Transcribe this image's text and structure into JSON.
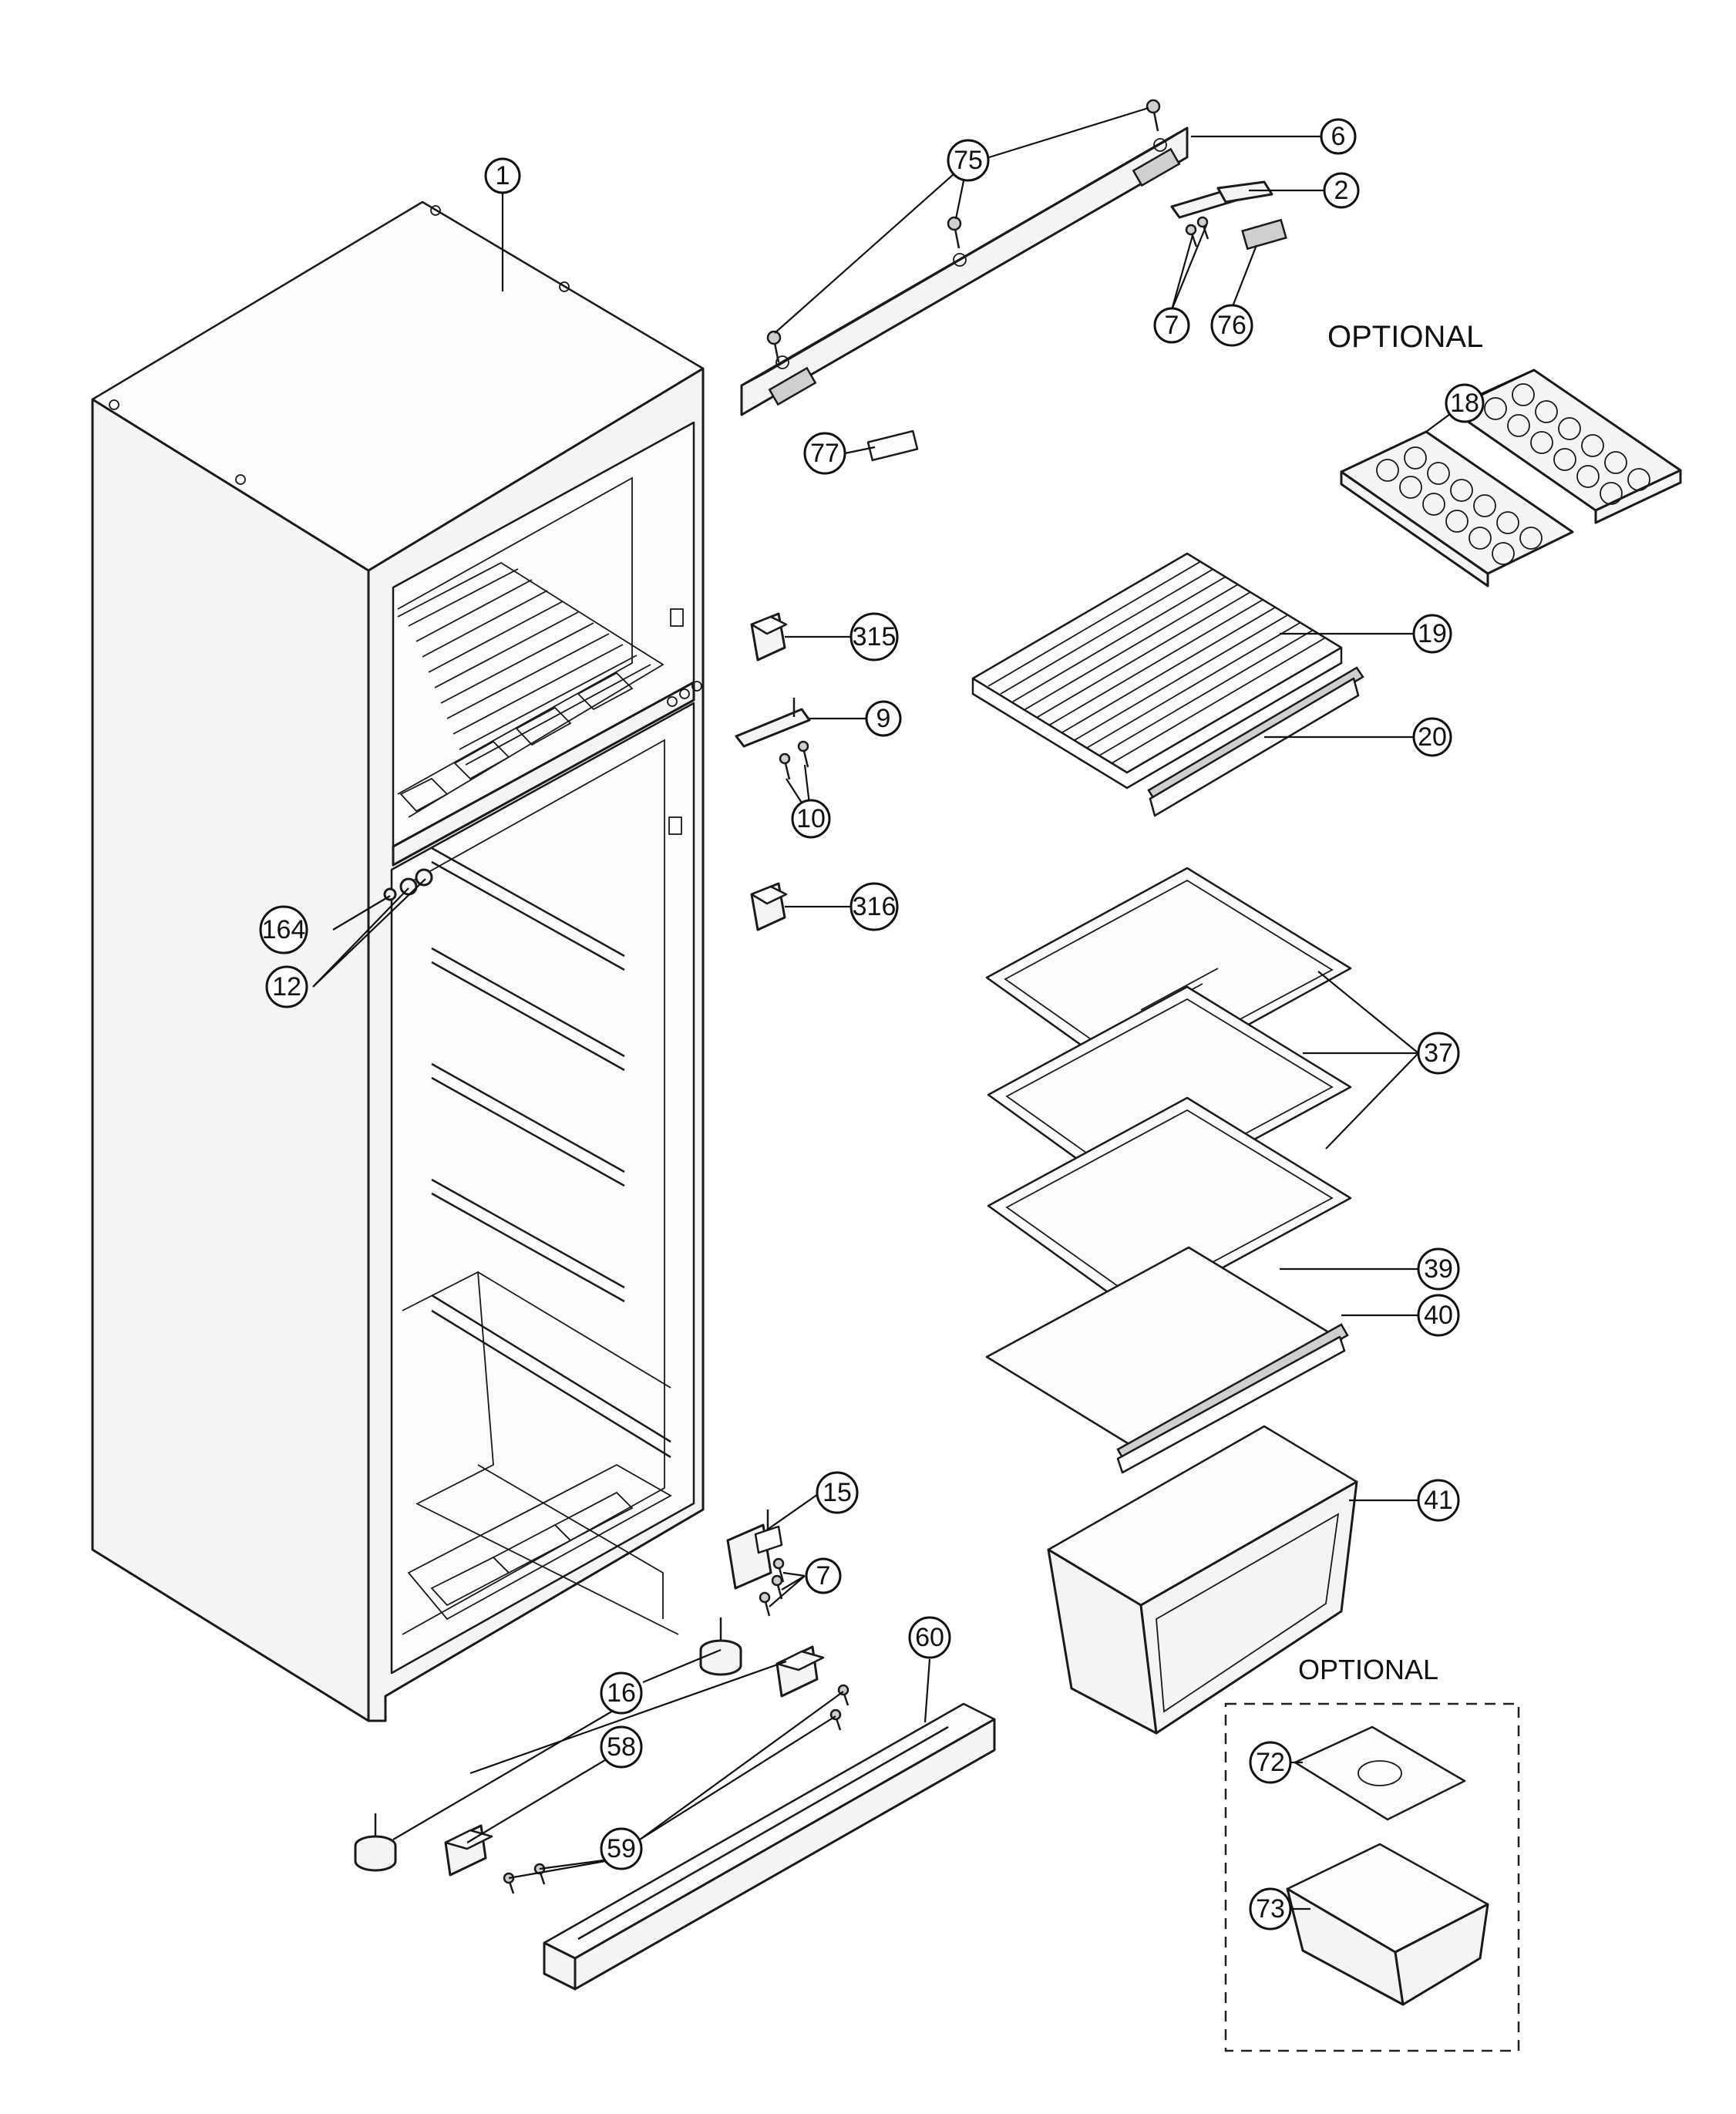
{
  "labels": {
    "optional_top": "OPTIONAL",
    "optional_bottom": "OPTIONAL"
  },
  "callouts": {
    "c1": "1",
    "c6": "6",
    "c75": "75",
    "c2": "2",
    "c7a": "7",
    "c76": "76",
    "c77": "77",
    "c18": "18",
    "c19": "19",
    "c20": "20",
    "c315": "315",
    "c9": "9",
    "c10": "10",
    "c316": "316",
    "c164": "164",
    "c12": "12",
    "c37": "37",
    "c39": "39",
    "c40": "40",
    "c41": "41",
    "c15": "15",
    "c7b": "7",
    "c60": "60",
    "c16": "16",
    "c58": "58",
    "c59": "59",
    "c72": "72",
    "c73": "73"
  }
}
